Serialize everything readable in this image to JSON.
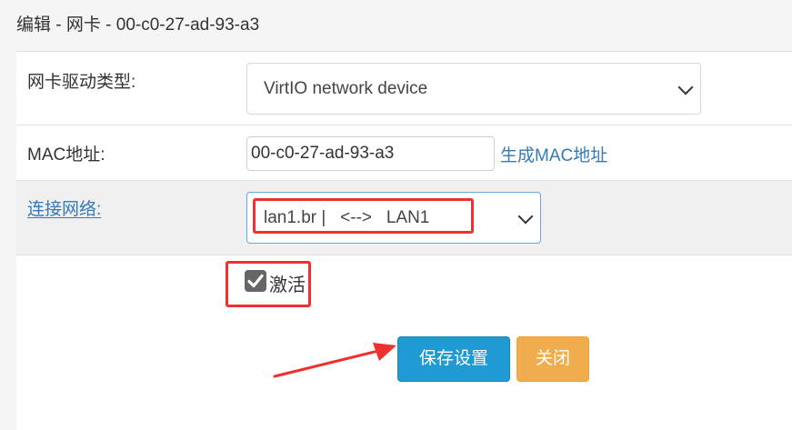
{
  "header": {
    "title": "编辑 - 网卡 - 00-c0-27-ad-93-a3"
  },
  "form": {
    "driver": {
      "label": "网卡驱动类型:",
      "value": "VirtIO network device"
    },
    "mac": {
      "label": "MAC地址:",
      "value": "00-c0-27-ad-93-a3",
      "generate_link": "生成MAC地址"
    },
    "network": {
      "label": "连接网络:",
      "value": "lan1.br |   <-->   LAN1"
    },
    "active": {
      "label": "激活",
      "checked": true
    }
  },
  "actions": {
    "save_label": "保存设置",
    "close_label": "关闭"
  },
  "colors": {
    "link": "#337ab7",
    "primary": "#1f9ad3",
    "warning": "#f0ad4e",
    "highlight": "#ef3030"
  }
}
